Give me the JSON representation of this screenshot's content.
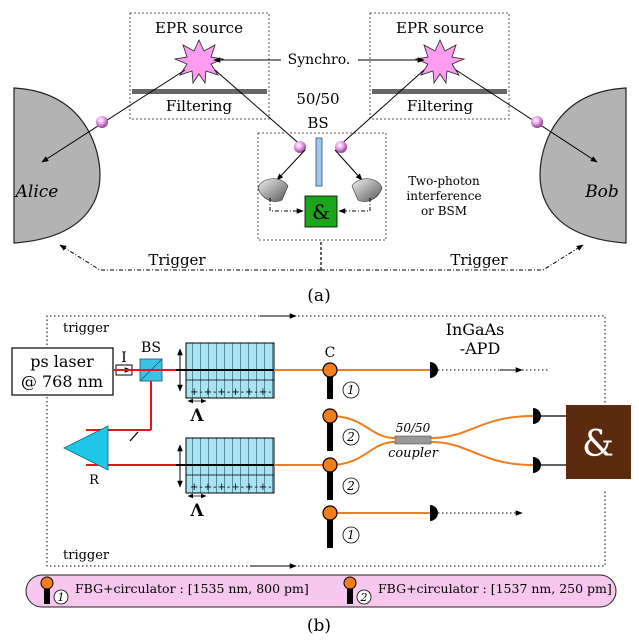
{
  "panel_a": {
    "epr_source_left": "EPR source",
    "epr_source_right": "EPR source",
    "filtering_left": "Filtering",
    "filtering_right": "Filtering",
    "synchro": "Synchro.",
    "bs_ratio": "50/50",
    "bs": "BS",
    "alice": "Alice",
    "bob": "Bob",
    "bsm_line1": "Two-photon",
    "bsm_line2": "interference",
    "bsm_line3": "or BSM",
    "and_symbol": "&",
    "trigger_left": "Trigger",
    "trigger_right": "Trigger",
    "caption": "(a)"
  },
  "panel_b": {
    "trigger_top": "trigger",
    "trigger_bottom": "trigger",
    "laser_line1": "ps laser",
    "laser_line2": "@ 768 nm",
    "isolator": "I",
    "bs": "BS",
    "retro": "R",
    "lambda_top": "Λ",
    "lambda_bottom": "Λ",
    "circulator": "C",
    "apd_line1": "InGaAs",
    "apd_line2": "-APD",
    "coupler_ratio": "50/50",
    "coupler": "coupler",
    "and_symbol": "&",
    "fbg_labels": [
      "1",
      "2",
      "2",
      "1"
    ],
    "legend": {
      "item1_num": "1",
      "item1_text": "FBG+circulator : [1535 nm, 800 pm]",
      "item2_num": "2",
      "item2_text": "FBG+circulator : [1537 nm, 250 pm]"
    },
    "caption": "(b)"
  },
  "colors": {
    "pump_red": "#e8141c",
    "fiber_orange": "#f07e1d",
    "and_green": "#1aa51a",
    "and_brown": "#5c2a0f",
    "legend_pink": "#f7c8ee",
    "waveguide_blue": "#a8e4f0",
    "source_magenta": "#ff9cf2",
    "prism_cyan": "#1ec6e8"
  }
}
